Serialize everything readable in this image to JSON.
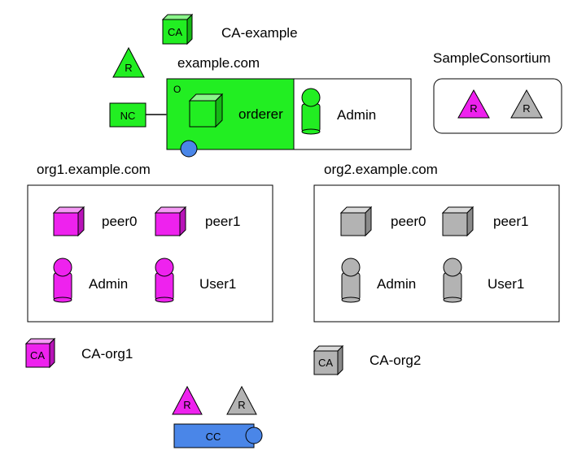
{
  "colors": {
    "orderer_green": "#22ee22",
    "org1_magenta": "#ee22ee",
    "org2_gray": "#b3b3b3",
    "chaincode_blue": "#4a86e8",
    "line_black": "#000000"
  },
  "ca_example": {
    "badge": "CA",
    "label": "CA-example",
    "color": "green"
  },
  "orderer_org": {
    "role_badge": "R",
    "domain": "example.com",
    "nc_badge": "NC",
    "corner_mark": "O",
    "orderer_label": "orderer",
    "admin_label": "Admin"
  },
  "consortium": {
    "label": "SampleConsortium",
    "roles": [
      {
        "badge": "R",
        "color": "magenta"
      },
      {
        "badge": "R",
        "color": "gray"
      }
    ]
  },
  "org1": {
    "domain": "org1.example.com",
    "peers": [
      "peer0",
      "peer1"
    ],
    "users": [
      "Admin",
      "User1"
    ],
    "ca_badge": "CA",
    "ca_label": "CA-org1",
    "color": "magenta"
  },
  "org2": {
    "domain": "org2.example.com",
    "peers": [
      "peer0",
      "peer1"
    ],
    "users": [
      "Admin",
      "User1"
    ],
    "ca_badge": "CA",
    "ca_label": "CA-org2",
    "color": "gray"
  },
  "chaincode": {
    "roles": [
      {
        "badge": "R",
        "color": "magenta"
      },
      {
        "badge": "R",
        "color": "gray"
      }
    ],
    "badge": "CC"
  }
}
